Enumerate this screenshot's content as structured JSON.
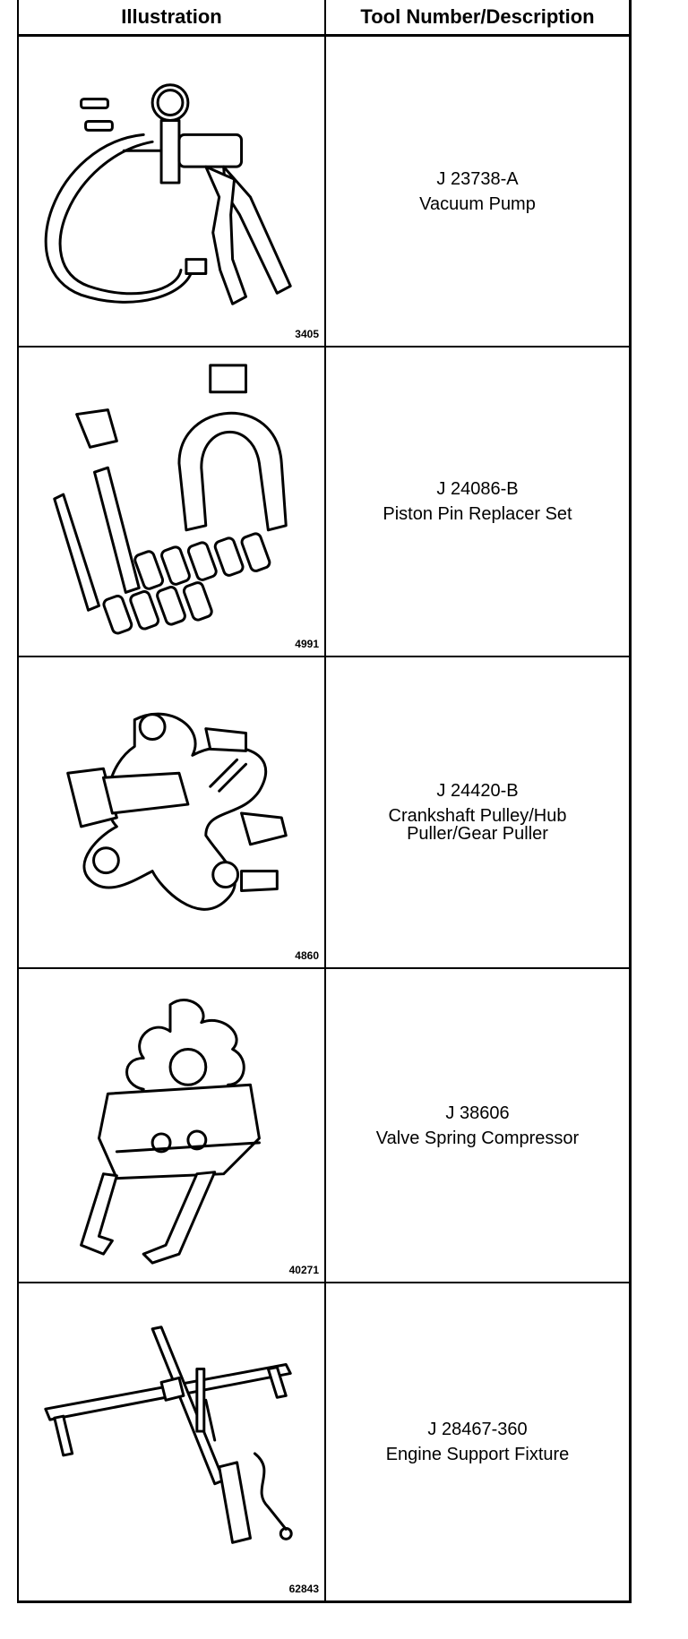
{
  "header": {
    "illustration_label": "Illustration",
    "tool_label": "Tool Number/Description"
  },
  "tools": [
    {
      "figure": "3405",
      "number": "J 23738-A",
      "description": "Vacuum Pump",
      "description_line2": "",
      "icon": "vacuum-pump-icon"
    },
    {
      "figure": "4991",
      "number": "J 24086-B",
      "description": "Piston Pin Replacer Set",
      "description_line2": "",
      "icon": "piston-pin-replacer-icon"
    },
    {
      "figure": "4860",
      "number": "J 24420-B",
      "description": "Crankshaft Pulley/Hub",
      "description_line2": "Puller/Gear Puller",
      "icon": "pulley-puller-icon"
    },
    {
      "figure": "40271",
      "number": "J 38606",
      "description": "Valve Spring Compressor",
      "description_line2": "",
      "icon": "valve-spring-compressor-icon"
    },
    {
      "figure": "62843",
      "number": "J 28467-360",
      "description": "Engine Support Fixture",
      "description_line2": "",
      "icon": "engine-support-fixture-icon"
    }
  ]
}
